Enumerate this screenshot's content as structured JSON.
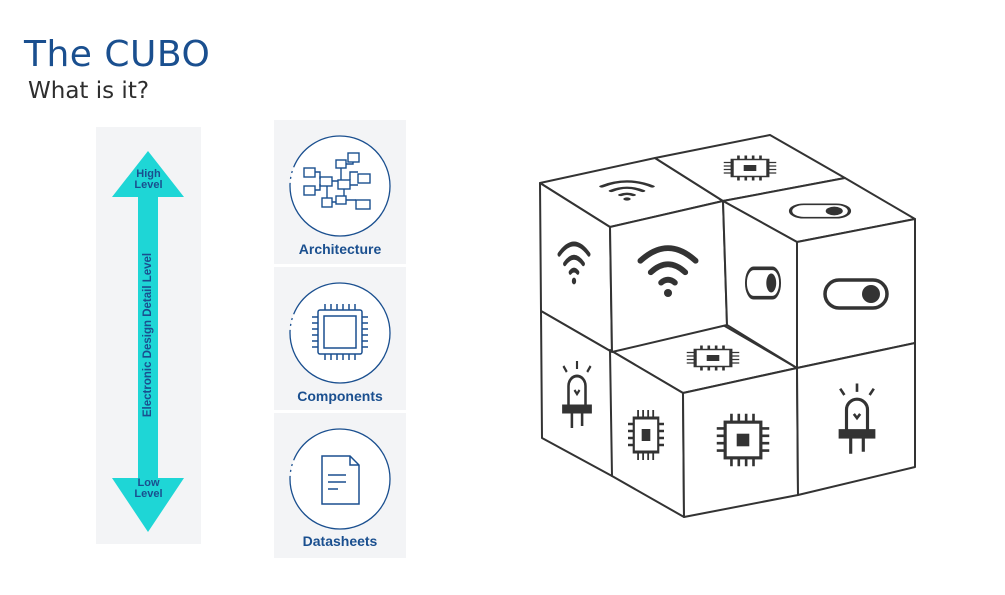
{
  "header": {
    "title": "The CUBO",
    "subtitle": "What is it?"
  },
  "scale": {
    "axis_label": "Electronic Design Detail Level",
    "high_label": "High\nLevel",
    "low_label": "Low\nLevel",
    "color": "#1ed6d6"
  },
  "levels": [
    {
      "label": "Architecture",
      "icon": "block-diagram-icon"
    },
    {
      "label": "Components",
      "icon": "microchip-icon"
    },
    {
      "label": "Datasheets",
      "icon": "document-icon"
    }
  ],
  "cube": {
    "icons": [
      "microchip-icon",
      "wifi-icon",
      "toggle-switch-icon",
      "led-icon"
    ]
  },
  "colors": {
    "brand_blue": "#1a4f8f",
    "accent_cyan": "#1ed6d6",
    "panel_gray": "#f3f4f6",
    "cube_line": "#333333"
  }
}
